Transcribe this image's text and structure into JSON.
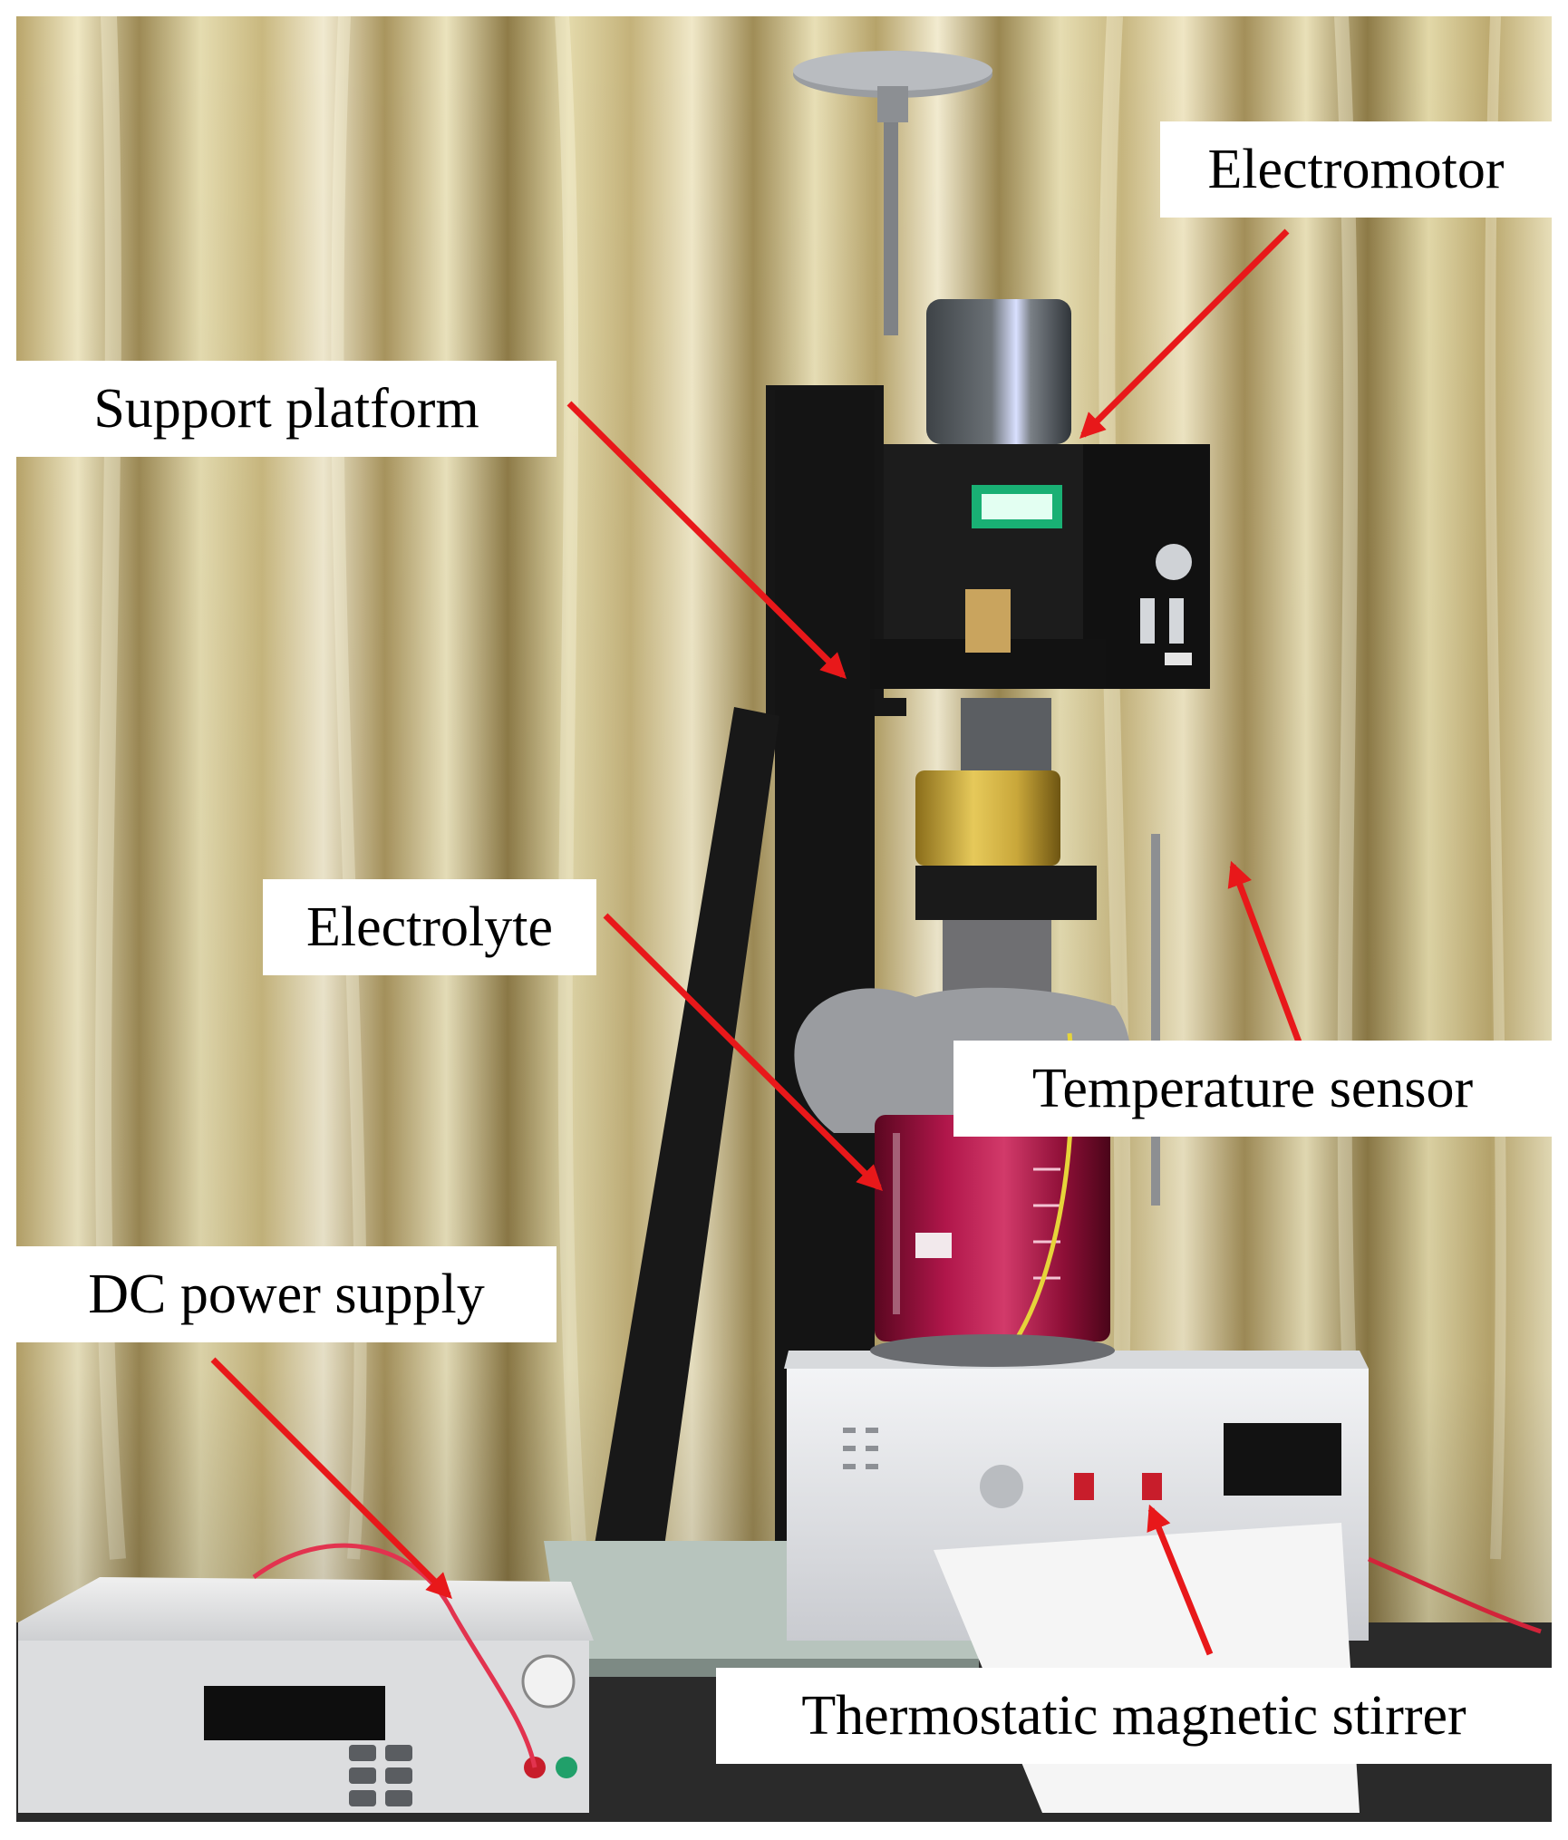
{
  "labels": {
    "electromotor": "Electromotor",
    "support_platform": "Support platform",
    "electrolyte": "Electrolyte",
    "temperature_sensor": "Temperature sensor",
    "dc_power_supply": "DC power supply",
    "thermostatic_magnetic_stirrer": "Thermostatic magnetic stirrer"
  },
  "colors": {
    "arrow": "#e8181a",
    "curtain_light": "#e8dfb4",
    "curtain_dark": "#8a7a4a",
    "apparatus_black": "#161616",
    "electrolyte_red": "#a0103a",
    "stirrer_body": "#e6e7ea",
    "label_background": "#ffffff"
  }
}
